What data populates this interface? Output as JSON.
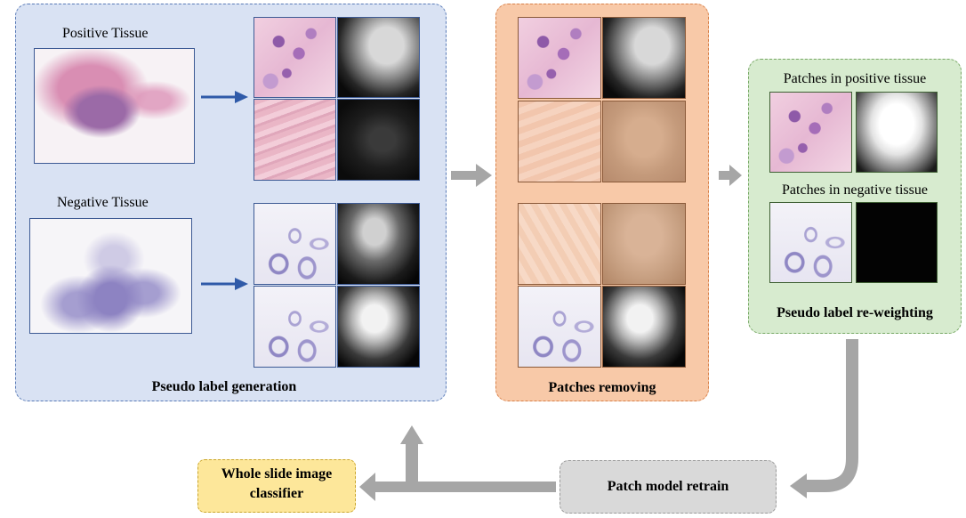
{
  "panels": {
    "generation": {
      "caption": "Pseudo label generation",
      "positive_label": "Positive Tissue",
      "negative_label": "Negative Tissue"
    },
    "removing": {
      "caption": "Patches removing"
    },
    "reweighting": {
      "caption": "Pseudo label re-weighting",
      "positive_label": "Patches in positive tissue",
      "negative_label": "Patches in negative tissue"
    },
    "retrain": {
      "label": "Patch model retrain"
    },
    "classifier": {
      "line1": "Whole slide image",
      "line2": "classifier"
    }
  },
  "colors": {
    "generation_panel": "#d9e2f3",
    "removing_panel": "#f8c9a8",
    "reweighting_panel": "#d7ebcf",
    "retrain_box": "#d9d9d9",
    "classifier_box": "#fde79a",
    "blue_arrow": "#2f5aa8",
    "gray_arrow": "#a6a6a6"
  }
}
